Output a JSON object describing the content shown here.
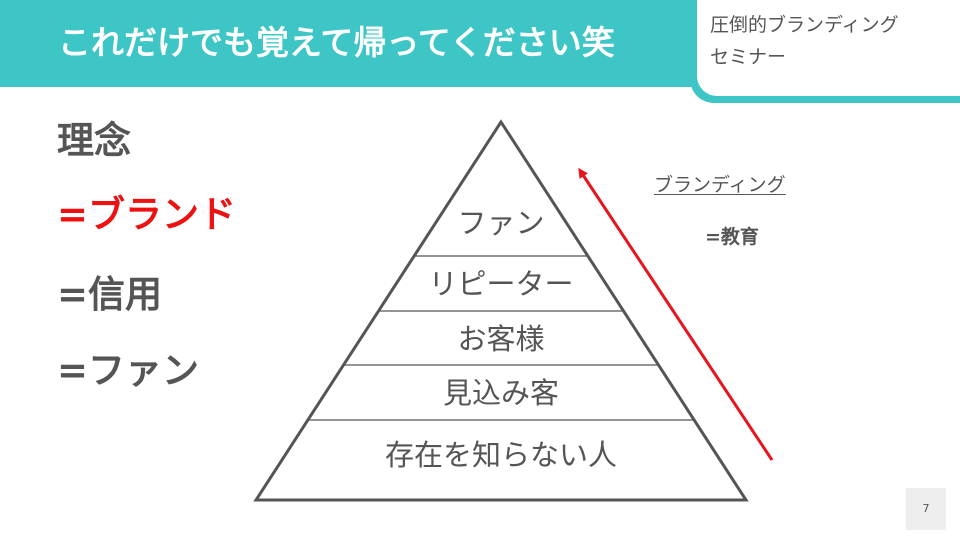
{
  "header": {
    "title": "これだけでも覚えて帰ってください笑",
    "seminar_line1": "圧倒的ブランディング",
    "seminar_line2": "セミナー"
  },
  "concepts": [
    {
      "text": "理念",
      "highlight": false
    },
    {
      "text": "=ブランド",
      "highlight": true
    },
    {
      "text": "=信用",
      "highlight": false
    },
    {
      "text": "=ファン",
      "highlight": false
    }
  ],
  "pyramid": {
    "levels": [
      "ファン",
      "リピーター",
      "お客様",
      "見込み客",
      "存在を知らない人"
    ]
  },
  "annotation": {
    "branding": "ブランディング",
    "education": "=教育"
  },
  "page_number": "7",
  "colors": {
    "accent": "#3ec5c6",
    "highlight": "#ee1111",
    "text": "#555555",
    "arrow": "#e8141c"
  }
}
